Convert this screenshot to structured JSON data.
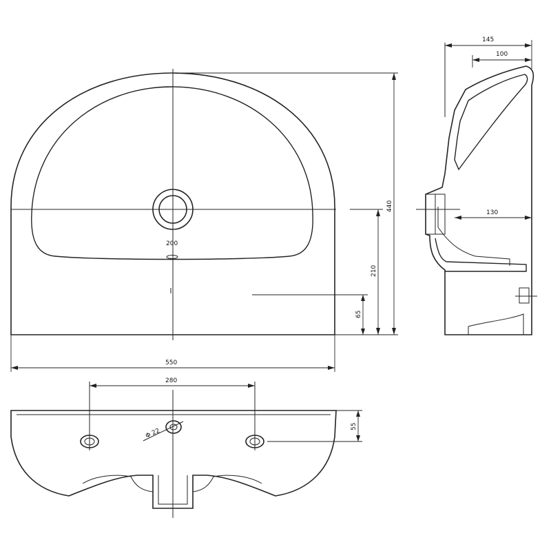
{
  "dimensions": {
    "top_height": "440",
    "top_width": "550",
    "bowl_depth": "200",
    "overflow_height": "210",
    "floor_offset": "65",
    "side_depth": "145",
    "side_bowl_depth": "100",
    "side_projection": "130",
    "tap_spacing": "280",
    "tap_setback": "55",
    "tap_diameter": "Φ 22"
  }
}
